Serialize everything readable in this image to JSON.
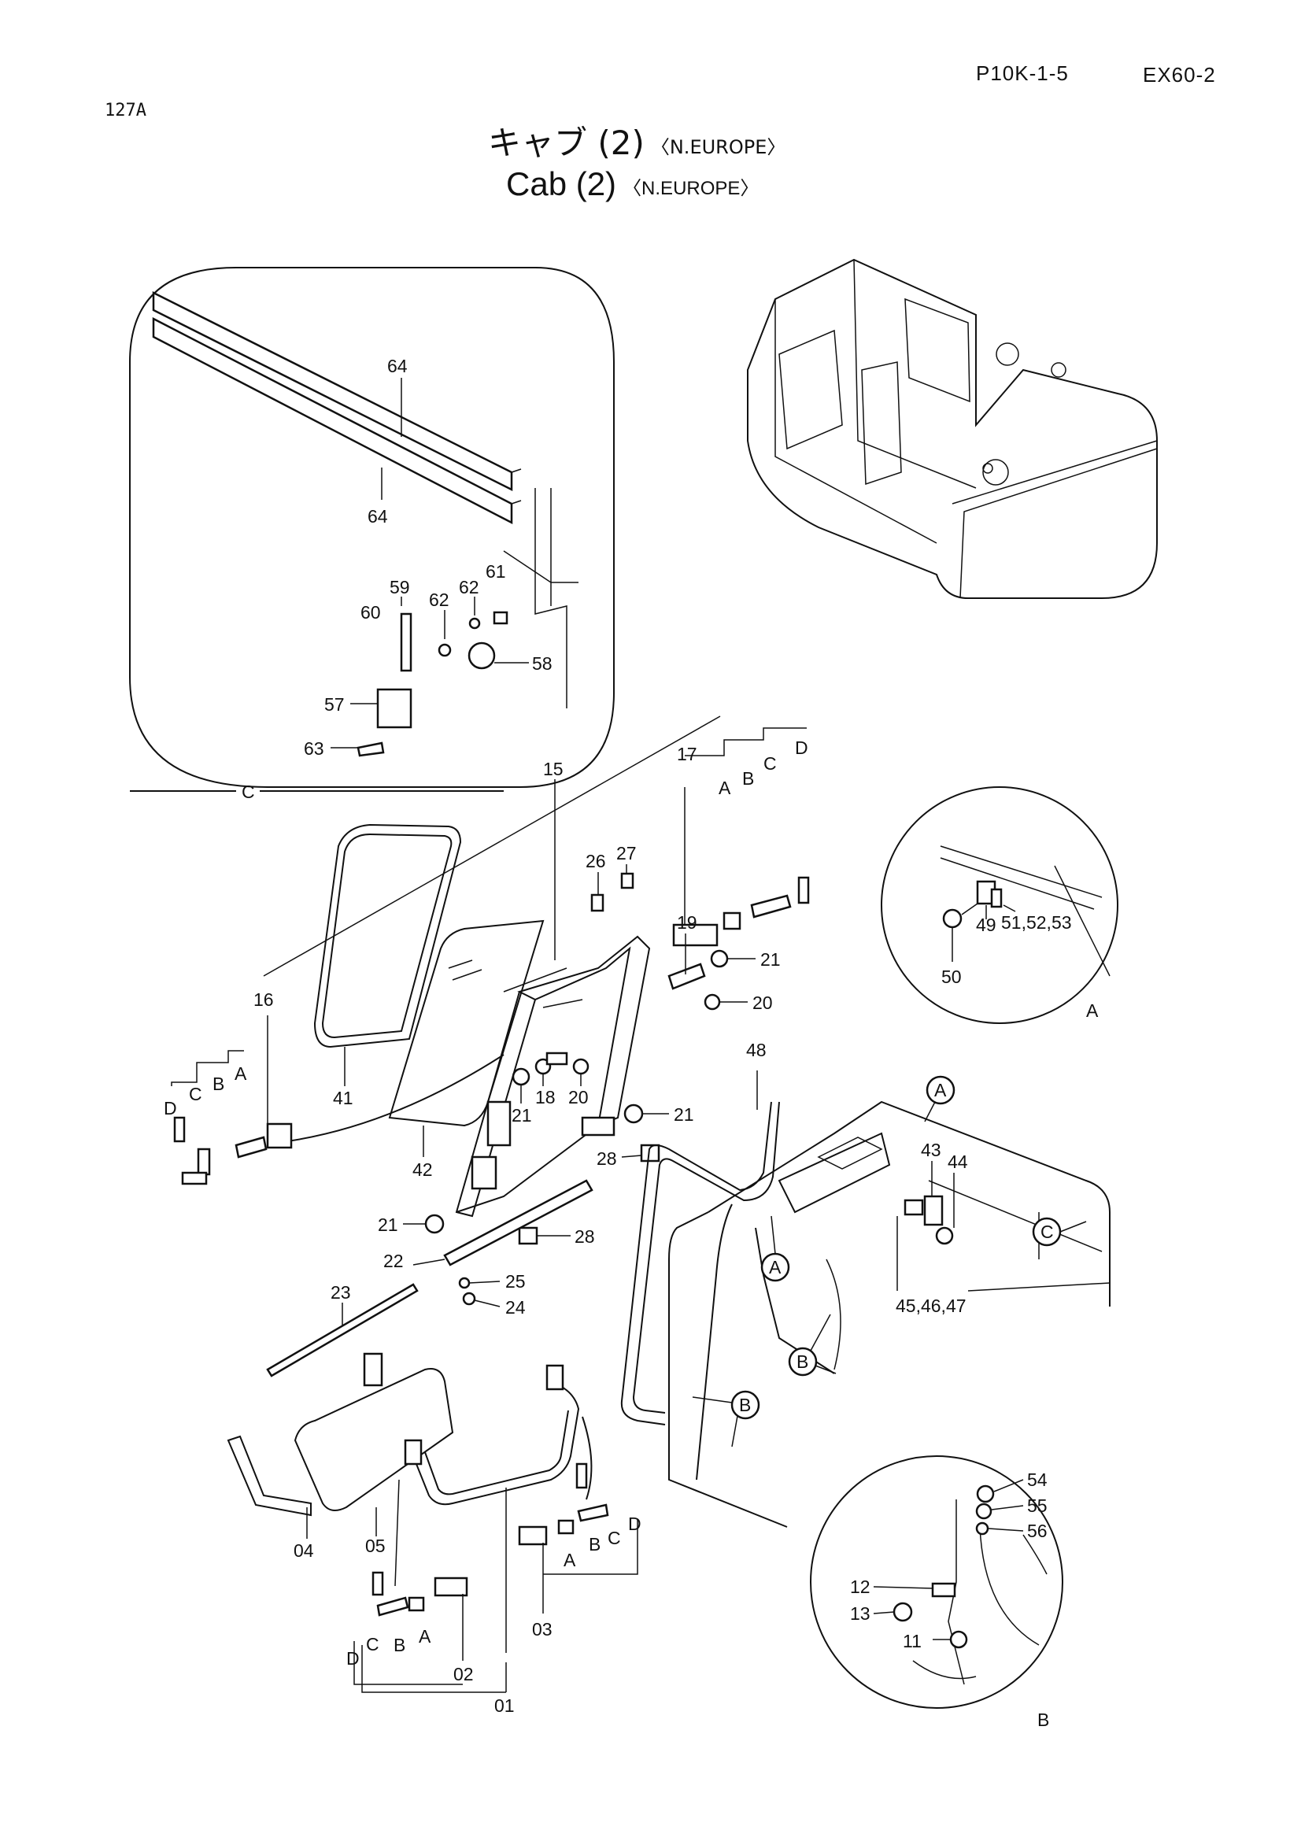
{
  "header": {
    "page_code": "P10K-1-5",
    "model": "EX60-2",
    "sheet_number": "127A",
    "title_jp": "キャブ (2)",
    "title_en": "Cab (2)",
    "region": "〈N.EUROPE〉"
  },
  "detail_views": {
    "C": "C",
    "A": "A",
    "B": "B"
  },
  "callouts": {
    "p64a": "64",
    "p64b": "64",
    "p59": "59",
    "p60": "60",
    "p62a": "62",
    "p62b": "62",
    "p61": "61",
    "p58": "58",
    "p57": "57",
    "p63": "63",
    "p15": "15",
    "p17": "17",
    "p26": "26",
    "p27": "27",
    "p19": "19",
    "p21a": "21",
    "p20a": "20",
    "p16": "16",
    "p41": "41",
    "p42": "42",
    "p21b": "21",
    "p18": "18",
    "p20b": "20",
    "p21c": "21",
    "p28a": "28",
    "p21d": "21",
    "p28b": "28",
    "p22": "22",
    "p23": "23",
    "p25": "25",
    "p24": "24",
    "p48": "48",
    "p43": "43",
    "p44": "44",
    "p45_47": "45,46,47",
    "p49": "49",
    "p50": "50",
    "p51_53": "51,52,53",
    "p04": "04",
    "p05": "05",
    "p01": "01",
    "p02": "02",
    "p03": "03",
    "p54": "54",
    "p55": "55",
    "p56": "56",
    "p12": "12",
    "p13": "13",
    "p11": "11"
  },
  "letters": {
    "a": "A",
    "b": "B",
    "c": "C",
    "d": "D"
  }
}
